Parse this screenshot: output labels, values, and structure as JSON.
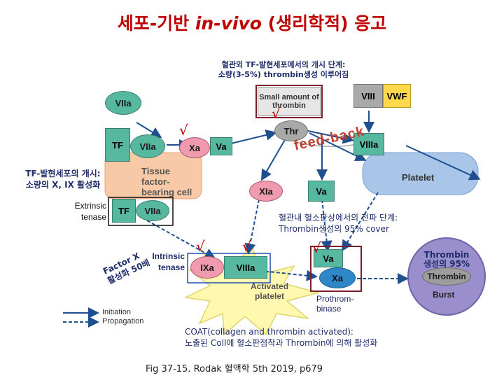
{
  "title": {
    "part1": "세포-기반 ",
    "part2": "in-vivo",
    "part3": " (생리학적) 응고"
  },
  "initiation_note": {
    "line1": "혈관외 TF-발현세포에서의 개시 단계:",
    "line2": "소량(3-5%) thrombin생성 이루어짐"
  },
  "small_thrombin": "Small amount of thrombin",
  "tf_label": {
    "line1": "TF-발현세포의 개시:",
    "line2": "소량의 X, IX 활성화"
  },
  "tissue_cell": "Tissue factor-bearing cell",
  "platelet": "Platelet",
  "extrinsic": {
    "line1": "Extrinsic",
    "line2": "tenase"
  },
  "intrinsic": {
    "line1": "Intrinsic",
    "line2": "tenase"
  },
  "factor_x": {
    "line1": "Factor X",
    "line2": "활성화 50배"
  },
  "propagation_note": {
    "line1": "혈관내 혈소판상에서의 전파 단계:",
    "line2": "Thrombin생성의 95% cover"
  },
  "burst": {
    "line1": "Thrombin",
    "line2": "생성의 95%",
    "inner": "Thrombin",
    "sub": "Burst"
  },
  "prothrombinase": {
    "line1": "Prothrom-",
    "line2": "binase"
  },
  "activated_platelet": {
    "line1": "Activated",
    "line2": "platelet"
  },
  "feedback": "feed-back",
  "legend": {
    "initiation": "Initiation",
    "propagation": "Propagation"
  },
  "coat": {
    "line1": "COAT(collagen and thrombin activated):",
    "line2": "노출된 Coll에 혈소판점착과 Thrombin에 의해 활성화"
  },
  "citation": "Fig 37-15. Rodak 혈액학 5th 2019, p679",
  "factors": {
    "VIIa_top": "VIIa",
    "TF_top": "TF",
    "VIIa_mid": "VIIa",
    "Xa": "Xa",
    "Va_top": "Va",
    "Thr": "Thr",
    "VIII": "VIII",
    "VWF": "VWF",
    "VIIIa": "VIIIa",
    "XIa": "XIa",
    "Va_mid": "Va",
    "TF_low": "TF",
    "VIIa_low": "VIIa",
    "IXa": "IXa",
    "VIIIa_low": "VIIIa",
    "Va_low": "Va",
    "Xa_low": "Xa",
    "Thrombin_inner": "Thrombin"
  },
  "check_mark": "√",
  "colors": {
    "title": "#c00000",
    "teal": "#57b8a0",
    "pink": "#f09ab0",
    "blue": "#2f87c8",
    "tissue": "#f7c9a6",
    "platelet": "#a9c5e8",
    "purple": "#9a8fcc"
  }
}
